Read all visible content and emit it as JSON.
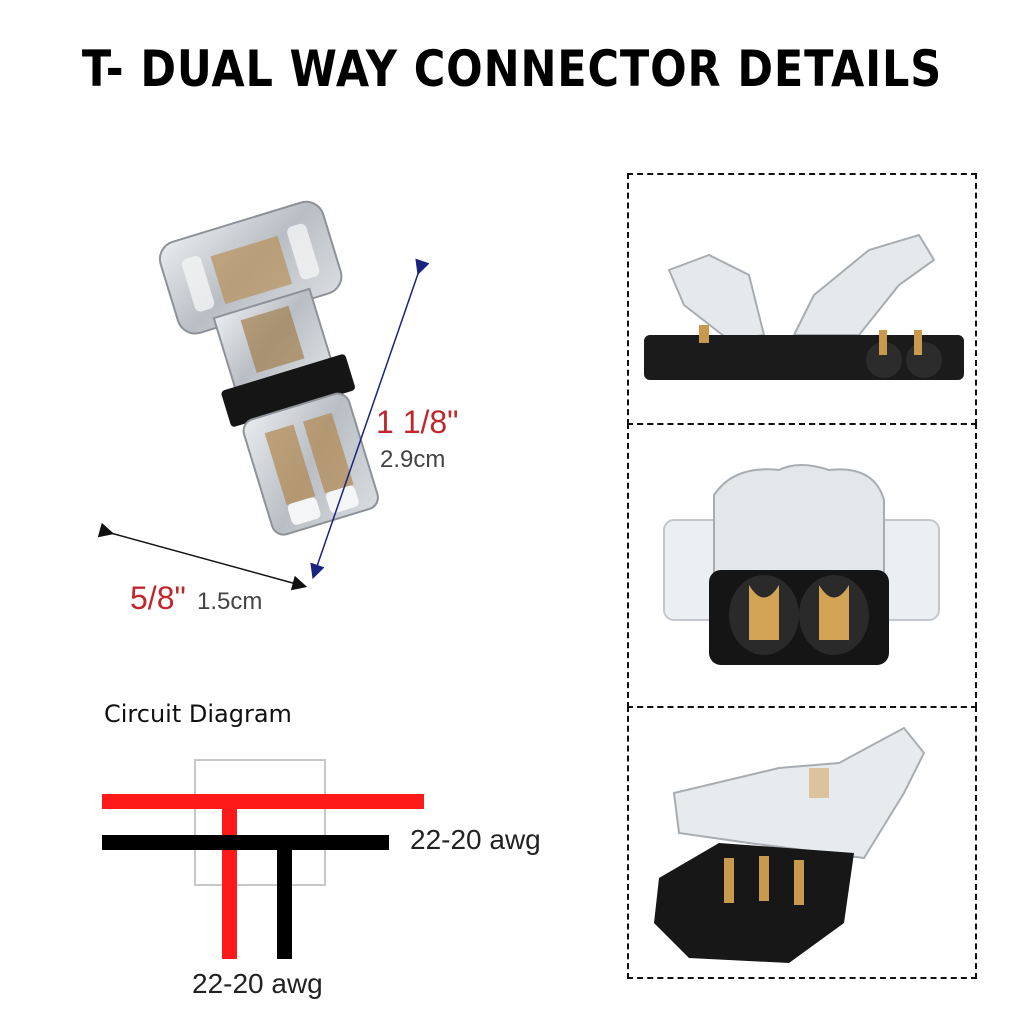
{
  "title": "T- DUAL WAY CONNECTOR DETAILS",
  "dimensions": {
    "length_fraction": "1 1/8\"",
    "length_metric": "2.9cm",
    "width_fraction": "5/8\"",
    "width_metric": "1.5cm"
  },
  "circuit": {
    "heading": "Circuit Diagram",
    "main_wire_gauge": "22-20 awg",
    "branch_wire_gauge": "22-20 awg"
  },
  "colors": {
    "accent_red": "#c0272d",
    "wire_red": "#ff1a1a",
    "wire_black": "#000000",
    "connector_outline": "#c8c8c8"
  },
  "photos": [
    {
      "name": "connector-open-side-view"
    },
    {
      "name": "connector-front-view"
    },
    {
      "name": "connector-angled-view"
    }
  ]
}
